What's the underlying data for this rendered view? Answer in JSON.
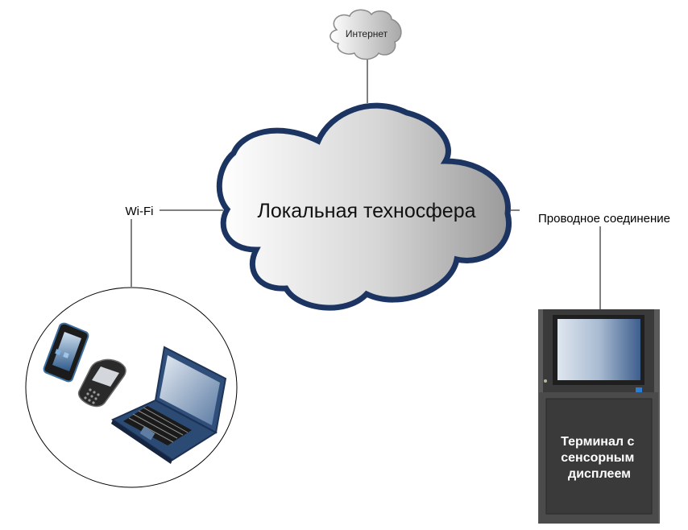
{
  "nodes": {
    "internet": {
      "label": "Интернет"
    },
    "local_network": {
      "label": "Локальная техносфера"
    },
    "terminal": {
      "label_lines": [
        "Терминал с",
        "сенсорным",
        "дисплеем"
      ]
    },
    "mobile_devices": {
      "devices": [
        "smartphone-icon",
        "blackberry-phone-icon",
        "laptop-icon"
      ]
    }
  },
  "connections": {
    "wifi": {
      "label": "Wi-Fi"
    },
    "wired": {
      "label": "Проводное соединение"
    }
  },
  "colors": {
    "cloud_outline": "#1c3461",
    "device_blue": "#3f5f8f",
    "terminal_frame": "#4a4a4a",
    "terminal_body": "#3c3c3c"
  }
}
